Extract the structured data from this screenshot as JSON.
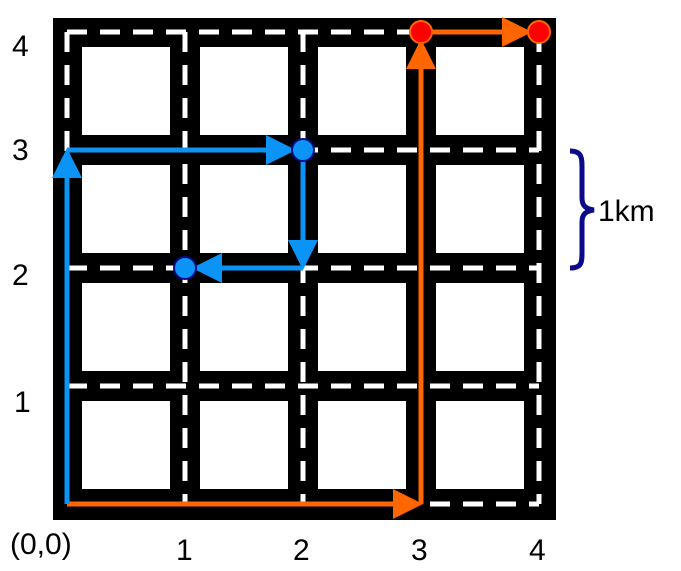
{
  "diagram": {
    "y_labels": [
      "1",
      "2",
      "3",
      "4"
    ],
    "x_labels": [
      "1",
      "2",
      "3",
      "4"
    ],
    "origin_label": "(0,0)",
    "scale_label": "1km",
    "grid_size": 4,
    "colors": {
      "road": "#000000",
      "lane_marking": "#ffffff",
      "blue_path": "#0b93f5",
      "blue_node_stroke": "#0a0a8a",
      "orange_path": "#ff6600",
      "orange_node_fill": "#ff0000",
      "brace": "#0a0a8a"
    },
    "blue_path": {
      "points": [
        [
          0,
          0
        ],
        [
          0,
          3
        ],
        [
          2,
          3
        ],
        [
          2,
          2
        ],
        [
          1,
          2
        ]
      ],
      "nodes": [
        [
          2,
          3
        ],
        [
          1,
          2
        ]
      ]
    },
    "orange_path": {
      "points": [
        [
          0,
          0
        ],
        [
          3,
          0
        ],
        [
          3,
          4
        ],
        [
          4,
          4
        ]
      ],
      "nodes": [
        [
          3,
          4
        ],
        [
          4,
          4
        ]
      ]
    }
  }
}
